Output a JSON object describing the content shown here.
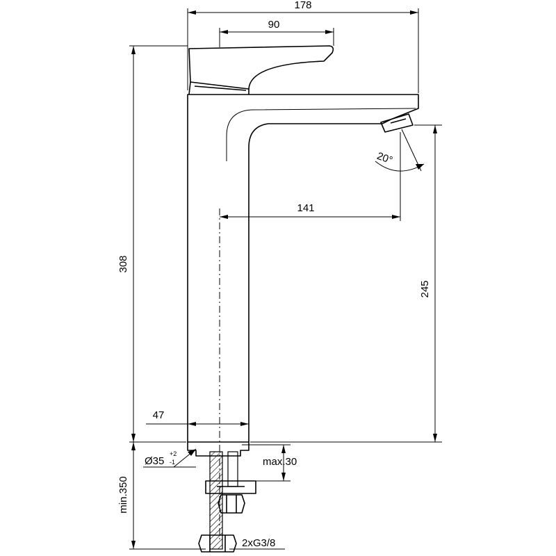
{
  "dimensions": {
    "overall_width": "178",
    "handle_offset": "90",
    "spout_reach": "141",
    "body_width": "47",
    "total_height": "308",
    "spout_height": "245",
    "min_supply_length": "min.350",
    "max_deck_thickness": "max.30",
    "spray_angle": "20°"
  },
  "hole": {
    "diameter": "Ø35",
    "tolerance_plus": "+2",
    "tolerance_minus": "-1"
  },
  "connection": {
    "label": "2xG3/8"
  }
}
